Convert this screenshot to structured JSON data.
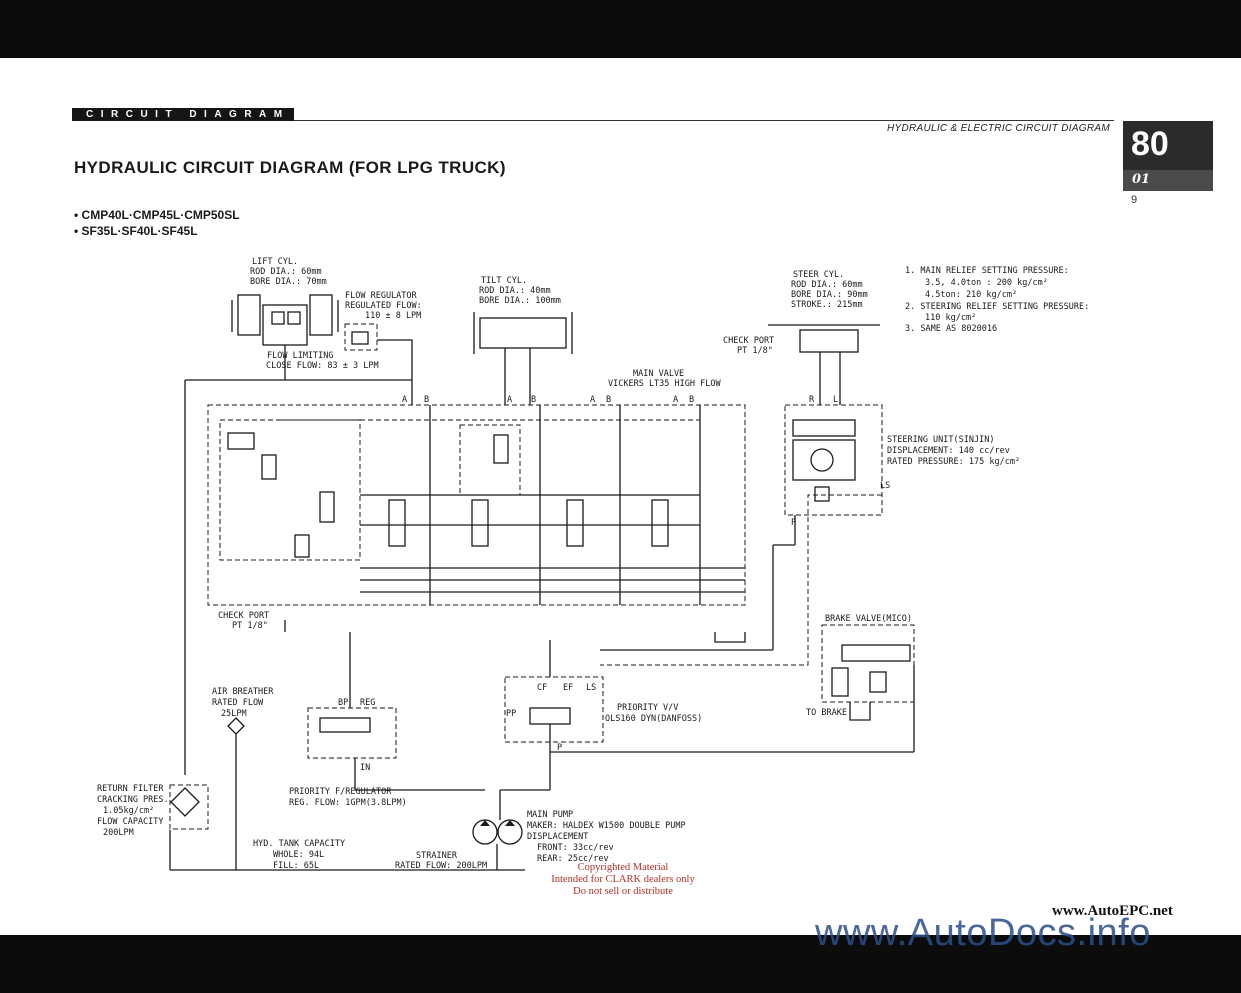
{
  "header": {
    "section_label": "CIRCUIT DIAGRAM",
    "right_caption": "HYDRAULIC & ELECTRIC CIRCUIT DIAGRAM",
    "page_number": "80",
    "page_sub": "01",
    "page_small": "9"
  },
  "title": "HYDRAULIC CIRCUIT DIAGRAM (FOR LPG TRUCK)",
  "models": [
    "• CMP40L·CMP45L·CMP50SL",
    "• SF35L·SF40L·SF45L"
  ],
  "labels": {
    "lift_cyl": [
      "LIFT CYL.",
      "ROD DIA.: 60mm",
      "BORE DIA.: 70mm"
    ],
    "flow_regulator": [
      "FLOW REGULATOR",
      "REGULATED FLOW:",
      "110 ± 8 LPM"
    ],
    "flow_limiting": [
      "FLOW LIMITING",
      "CLOSE FLOW: 83 ± 3 LPM"
    ],
    "tilt_cyl": [
      "TILT CYL.",
      "ROD DIA.: 40mm",
      "BORE DIA.: 100mm"
    ],
    "main_valve": [
      "MAIN VALVE",
      "VICKERS LT35 HIGH FLOW"
    ],
    "steer_cyl": [
      "STEER CYL.",
      "ROD DIA.: 60mm",
      "BORE DIA.: 90mm",
      "STROKE.: 215mm"
    ],
    "notes": [
      "1. MAIN RELIEF SETTING PRESSURE:",
      "3.5, 4.0ton : 200 kg/cm²",
      "4.5ton: 210 kg/cm²",
      "2. STEERING RELIEF SETTING PRESSURE:",
      "110 kg/cm²",
      "3. SAME AS 8020016"
    ],
    "check_port_top": [
      "CHECK PORT",
      "PT 1/8\""
    ],
    "steering_unit": [
      "STEERING UNIT(SINJIN)",
      "DISPLACEMENT: 140 cc/rev",
      "RATED PRESSURE: 175 kg/cm²"
    ],
    "check_port_left": [
      "CHECK PORT",
      "PT 1/8\""
    ],
    "brake_valve": "BRAKE VALVE(MICO)",
    "to_brake": "TO BRAKE",
    "air_breather": [
      "AIR BREATHER",
      "RATED FLOW",
      "25LPM"
    ],
    "priority_vv": [
      "PRIORITY V/V",
      "OLS160 DYN(DANFOSS)"
    ],
    "priority_freg": [
      "PRIORITY F/REGULATOR",
      "REG. FLOW: 1GPM(3.8LPM)"
    ],
    "return_filter": [
      "RETURN FILTER",
      "CRACKING PRES.",
      "1.05kg/cm²",
      "FLOW CAPACITY",
      "200LPM"
    ],
    "hyd_tank": [
      "HYD. TANK CAPACITY",
      "WHOLE: 94L",
      "FILL: 65L"
    ],
    "strainer": [
      "STRAINER",
      "RATED FLOW: 200LPM"
    ],
    "main_pump": [
      "MAIN PUMP",
      "MAKER: HALDEX W1500 DOUBLE PUMP",
      "DISPLACEMENT",
      "FRONT: 33cc/rev",
      "REAR: 25cc/rev"
    ],
    "port_a": "A",
    "port_b": "B",
    "port_r": "R",
    "port_l": "L",
    "port_ls": "LS",
    "port_p": "P",
    "port_cf": "CF",
    "port_ef": "EF",
    "port_pp": "PP",
    "port_bp": "BP",
    "port_reg": "REG",
    "port_in": "IN"
  },
  "copyright": [
    "Copyrighted Material",
    "Intended for CLARK dealers only",
    "Do not sell or distribute"
  ],
  "site_small": "www.AutoEPC.net",
  "watermark": "www.AutoDocs.info"
}
